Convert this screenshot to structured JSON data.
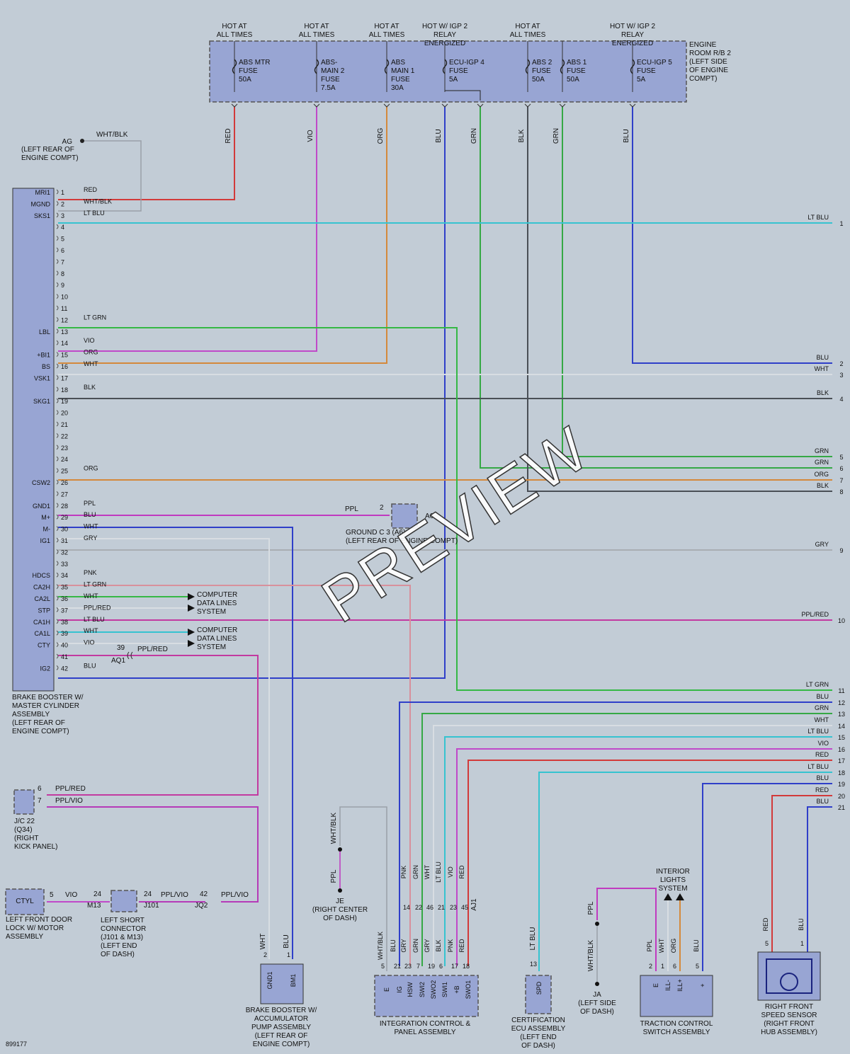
{
  "colors": {
    "RED": "#d23a3a",
    "VIO": "#c049c9",
    "ORG": "#d4893c",
    "BLU": "#2f3fc9",
    "GRN": "#35a845",
    "BLK": "#4a4f56",
    "WHT": "#d8dde2",
    "WHTBLK": "#9aa0a8",
    "LTBLU": "#36c3d0",
    "LTGRN": "#35b845",
    "PPL": "#c03ac0",
    "PNK": "#d8909c",
    "GRY": "#a9adb3",
    "PPLRED": "#c23aa0",
    "PPLVIO": "#b53ab8"
  },
  "fuses": [
    {
      "hot": [
        "HOT AT",
        "ALL TIMES"
      ],
      "name": [
        "ABS MTR",
        "FUSE",
        "50A"
      ],
      "wire": "RED"
    },
    {
      "hot": [
        "HOT AT",
        "ALL TIMES"
      ],
      "name": [
        "ABS-",
        "MAIN 2",
        "FUSE",
        "7.5A"
      ],
      "wire": "VIO"
    },
    {
      "hot": [
        "HOT AT",
        "ALL TIMES"
      ],
      "name": [
        "ABS",
        "MAIN 1",
        "FUSE",
        "30A"
      ],
      "wire": "ORG"
    },
    {
      "hot": [
        "HOT W/ IGP 2",
        "RELAY",
        "ENERGIZED"
      ],
      "name": [
        "ECU-IGP 4",
        "FUSE",
        "5A"
      ],
      "wire": "BLU"
    },
    {
      "hot": [],
      "name": [],
      "wire": "GRN"
    },
    {
      "hot": [
        "HOT AT",
        "ALL TIMES"
      ],
      "name": [
        "ABS 2",
        "FUSE",
        "50A"
      ],
      "wire": "BLK"
    },
    {
      "hot": [],
      "name": [
        "ABS 1",
        "FUSE",
        "50A"
      ],
      "wire": "GRN"
    },
    {
      "hot": [
        "HOT W/ IGP 2",
        "RELAY",
        "ENERGIZED"
      ],
      "name": [
        "ECU-IGP 5",
        "FUSE",
        "5A"
      ],
      "wire": "BLU"
    }
  ],
  "relay_box": [
    "ENGINE",
    "ROOM R/B 2",
    "(LEFT SIDE",
    "OF ENGINE",
    "COMPT)"
  ],
  "ag": {
    "code": "AG",
    "wire": "WHT/BLK",
    "lines": [
      "(LEFT REAR OF",
      "ENGINE COMPT)"
    ]
  },
  "brake": {
    "name": [
      "BRAKE BOOSTER W/",
      "MASTER CYLINDER",
      "ASSEMBLY",
      "(LEFT REAR OF",
      "ENGINE COMPT)"
    ],
    "pins": [
      {
        "n": "1",
        "t": "MRI1",
        "w": "RED"
      },
      {
        "n": "2",
        "t": "MGND",
        "w": "WHT/BLK"
      },
      {
        "n": "3",
        "t": "SKS1",
        "w": "LT BLU"
      },
      {
        "n": "4",
        "t": "",
        "w": ""
      },
      {
        "n": "5",
        "t": "",
        "w": ""
      },
      {
        "n": "6",
        "t": "",
        "w": ""
      },
      {
        "n": "7",
        "t": "",
        "w": ""
      },
      {
        "n": "8",
        "t": "",
        "w": ""
      },
      {
        "n": "9",
        "t": "",
        "w": ""
      },
      {
        "n": "10",
        "t": "",
        "w": ""
      },
      {
        "n": "11",
        "t": "",
        "w": ""
      },
      {
        "n": "12",
        "t": "",
        "w": "LT GRN"
      },
      {
        "n": "13",
        "t": "LBL",
        "w": ""
      },
      {
        "n": "14",
        "t": "",
        "w": "VIO"
      },
      {
        "n": "15",
        "t": "+BI1",
        "w": "ORG"
      },
      {
        "n": "16",
        "t": "BS",
        "w": "WHT"
      },
      {
        "n": "17",
        "t": "VSK1",
        "w": ""
      },
      {
        "n": "18",
        "t": "",
        "w": "BLK"
      },
      {
        "n": "19",
        "t": "SKG1",
        "w": ""
      },
      {
        "n": "20",
        "t": "",
        "w": ""
      },
      {
        "n": "21",
        "t": "",
        "w": ""
      },
      {
        "n": "22",
        "t": "",
        "w": ""
      },
      {
        "n": "23",
        "t": "",
        "w": ""
      },
      {
        "n": "24",
        "t": "",
        "w": ""
      },
      {
        "n": "25",
        "t": "",
        "w": "ORG"
      },
      {
        "n": "26",
        "t": "CSW2",
        "w": ""
      },
      {
        "n": "27",
        "t": "",
        "w": ""
      },
      {
        "n": "28",
        "t": "GND1",
        "w": "PPL"
      },
      {
        "n": "29",
        "t": "M+",
        "w": "BLU"
      },
      {
        "n": "30",
        "t": "M-",
        "w": "WHT"
      },
      {
        "n": "31",
        "t": "IG1",
        "w": "GRY"
      },
      {
        "n": "32",
        "t": "",
        "w": ""
      },
      {
        "n": "33",
        "t": "",
        "w": ""
      },
      {
        "n": "34",
        "t": "HDCS",
        "w": "PNK"
      },
      {
        "n": "35",
        "t": "CA2H",
        "w": "LT GRN"
      },
      {
        "n": "36",
        "t": "CA2L",
        "w": "WHT"
      },
      {
        "n": "37",
        "t": "STP",
        "w": "PPL/RED"
      },
      {
        "n": "38",
        "t": "CA1H",
        "w": "LT BLU"
      },
      {
        "n": "39",
        "t": "CA1L",
        "w": "WHT"
      },
      {
        "n": "40",
        "t": "CTY",
        "w": "VIO"
      },
      {
        "n": "41",
        "t": "",
        "w": ""
      },
      {
        "n": "42",
        "t": "IG2",
        "w": "BLU"
      }
    ]
  },
  "comp_data": [
    "COMPUTER",
    "DATA LINES",
    "SYSTEM"
  ],
  "ground": {
    "pin": "2",
    "wire": "PPL",
    "code": "A6",
    "lines": [
      "GROUND C 3 (A6)",
      "(LEFT REAR OF ENGINE COMPT)"
    ]
  },
  "aq1": {
    "code": "AQ1",
    "pin": "39",
    "wire": "PPL/RED"
  },
  "right": [
    {
      "w": "LT BLU",
      "n": "1",
      "c": "LTBLU"
    },
    {
      "w": "BLU",
      "n": "2",
      "c": "BLU"
    },
    {
      "w": "WHT",
      "n": "3",
      "c": "WHT"
    },
    {
      "w": "BLK",
      "n": "4",
      "c": "BLK"
    },
    {
      "w": "GRN",
      "n": "5",
      "c": "GRN"
    },
    {
      "w": "GRN",
      "n": "6",
      "c": "GRN"
    },
    {
      "w": "ORG",
      "n": "7",
      "c": "ORG"
    },
    {
      "w": "BLK",
      "n": "8",
      "c": "BLK"
    },
    {
      "w": "GRY",
      "n": "9",
      "c": "GRY"
    },
    {
      "w": "PPL/RED",
      "n": "10",
      "c": "PPLRED"
    },
    {
      "w": "LT GRN",
      "n": "11",
      "c": "LTGRN"
    },
    {
      "w": "BLU",
      "n": "12",
      "c": "BLU"
    },
    {
      "w": "GRN",
      "n": "13",
      "c": "GRN"
    },
    {
      "w": "WHT",
      "n": "14",
      "c": "WHT"
    },
    {
      "w": "LT BLU",
      "n": "15",
      "c": "LTBLU"
    },
    {
      "w": "VIO",
      "n": "16",
      "c": "VIO"
    },
    {
      "w": "RED",
      "n": "17",
      "c": "RED"
    },
    {
      "w": "LT BLU",
      "n": "18",
      "c": "LTBLU"
    },
    {
      "w": "BLU",
      "n": "19",
      "c": "BLU"
    },
    {
      "w": "RED",
      "n": "20",
      "c": "RED"
    },
    {
      "w": "BLU",
      "n": "21",
      "c": "BLU"
    }
  ],
  "jc": {
    "name": [
      "J/C 22",
      "(Q34)",
      "(RIGHT",
      "KICK PANEL)"
    ],
    "p6": "6",
    "w6": "PPL/RED",
    "p7": "7",
    "w7": "PPL/VIO"
  },
  "ctyl": {
    "label": "CTYL",
    "pin": "5",
    "wire": "VIO",
    "name": [
      "LEFT FRONT DOOR",
      "LOCK W/ MOTOR",
      "ASSEMBLY"
    ]
  },
  "m13": {
    "pin": "24",
    "code": "M13"
  },
  "j101": {
    "pin": "24",
    "code": "J101",
    "wire": "PPL/VIO",
    "name": [
      "LEFT SHORT",
      "CONNECTOR",
      "(J101 & M13)",
      "(LEFT END",
      "OF DASH)"
    ]
  },
  "jq2": {
    "pin": "42",
    "code": "JQ2",
    "wire": "PPL/VIO"
  },
  "je": {
    "w1": "WHT/BLK",
    "w2": "PPL",
    "name": [
      "JE",
      "(RIGHT CENTER",
      "OF DASH)"
    ]
  },
  "bbacc": {
    "pins": [
      {
        "n": "2",
        "t": "GND1",
        "w": "WHT"
      },
      {
        "n": "1",
        "t": "BM1",
        "w": "BLU"
      }
    ],
    "name": [
      "BRAKE BOOSTER W/",
      "ACCUMULATOR",
      "PUMP ASSEMBLY",
      "(LEFT REAR OF",
      "ENGINE COMPT)"
    ]
  },
  "integ": {
    "pins": [
      {
        "n": "5",
        "t": "E",
        "w": "WHT/BLK"
      },
      {
        "n": "21",
        "t": "IG",
        "w": "BLU"
      },
      {
        "n": "23",
        "t": "HSW",
        "w": "GRY"
      },
      {
        "n": "7",
        "t": "SWI2",
        "w": "GRN"
      },
      {
        "n": "19",
        "t": "SWO2",
        "w": "GRY"
      },
      {
        "n": "6",
        "t": "SWI1",
        "w": "BLK"
      },
      {
        "n": "17",
        "t": "+B",
        "w": "PNK"
      },
      {
        "n": "18",
        "t": "SWO1",
        "w": "RED"
      }
    ],
    "top": [
      {
        "n": "14",
        "w": "PNK"
      },
      {
        "n": "22",
        "w": "GRN"
      },
      {
        "n": "46",
        "w": "WHT"
      },
      {
        "n": "21",
        "w": "LT BLU"
      },
      {
        "n": "23",
        "w": "VIO"
      },
      {
        "n": "45",
        "w": "RED"
      }
    ],
    "code": "AJ1",
    "name": [
      "INTEGRATION CONTROL &",
      "PANEL ASSEMBLY"
    ]
  },
  "cert": {
    "pin": "13",
    "t": "SPD",
    "w": "LT BLU",
    "name": [
      "CERTIFICATION",
      "ECU ASSEMBLY",
      "(LEFT END",
      "OF DASH)"
    ]
  },
  "ja": {
    "w1": "PPL",
    "w2": "WHT/BLK",
    "name": [
      "JA",
      "(LEFT SIDE",
      "OF DASH)"
    ]
  },
  "trac": {
    "pins": [
      {
        "n": "2",
        "t": "E",
        "w": "PPL"
      },
      {
        "n": "1",
        "t": "ILL-",
        "w": "WHT"
      },
      {
        "n": "6",
        "t": "ILL+",
        "w": "ORG"
      },
      {
        "n": "5",
        "t": "+",
        "w": "BLU"
      }
    ],
    "interior": [
      "INTERIOR",
      "LIGHTS",
      "SYSTEM"
    ],
    "name": [
      "TRACTION CONTROL",
      "SWITCH ASSEMBLY"
    ]
  },
  "speed": {
    "pins": [
      {
        "n": "5",
        "w": "RED"
      },
      {
        "n": "1",
        "w": "BLU"
      }
    ],
    "name": [
      "RIGHT FRONT",
      "SPEED SENSOR",
      "(RIGHT FRONT",
      "HUB ASSEMBLY)"
    ]
  },
  "ref": "899177",
  "watermark": "PREVIEW"
}
